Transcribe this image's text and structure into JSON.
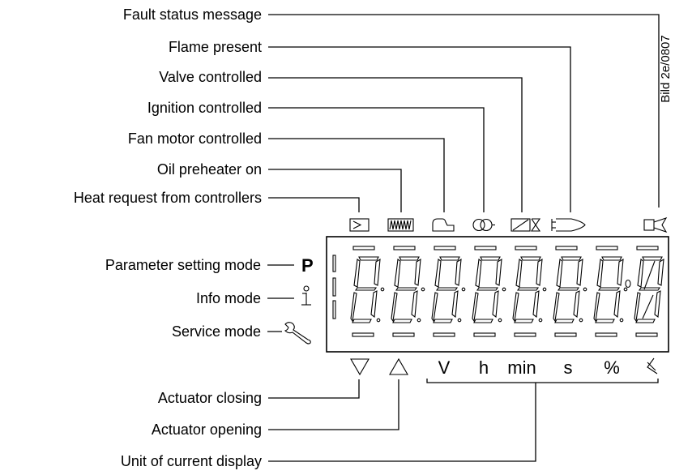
{
  "labels_top": {
    "fault_status": "Fault status message",
    "flame_present": "Flame present",
    "valve_controlled": "Valve controlled",
    "ignition_controlled": "Ignition controlled",
    "fan_motor_controlled": "Fan motor controlled",
    "oil_preheater_on": "Oil preheater on",
    "heat_request": "Heat request from controllers"
  },
  "labels_left": {
    "parameter_setting_mode": "Parameter setting mode",
    "info_mode": "Info mode",
    "service_mode": "Service mode"
  },
  "mode_symbols": {
    "parameter": "P"
  },
  "labels_bottom": {
    "actuator_closing": "Actuator closing",
    "actuator_opening": "Actuator opening",
    "unit_of_display": "Unit of current display"
  },
  "units": [
    "V",
    "h",
    "min",
    "s",
    "%"
  ],
  "figure_ref": "Bild 2e/0807",
  "icons": [
    "heat-request-icon",
    "oil-preheater-icon",
    "fan-motor-icon",
    "ignition-icon",
    "valve-icon",
    "flame-icon",
    "fault-icon",
    "parameter-icon",
    "info-icon",
    "service-wrench-icon",
    "actuator-closing-icon",
    "actuator-opening-icon",
    "phase-icon"
  ]
}
